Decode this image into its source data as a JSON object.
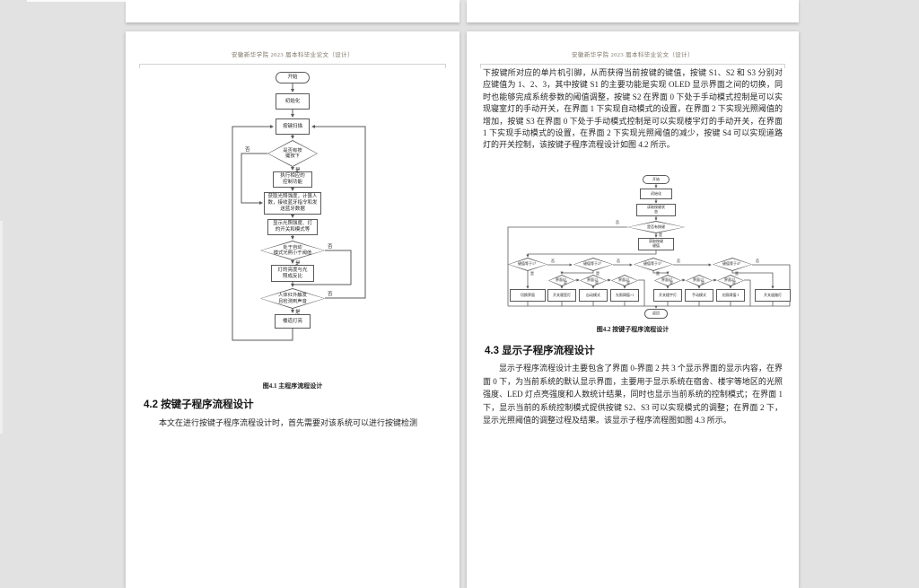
{
  "document": {
    "header": "安徽新华学院 2023 届本科毕业论文（设计）",
    "page_left": {
      "fig41": {
        "caption": "图4.1 主程序流程设计",
        "yes": "是",
        "no": "否",
        "nodes": {
          "start": "开始",
          "init": "初始化",
          "scan": "按键扫描",
          "d_key": "是否有按\n键按下",
          "exec": "执行相应的\n控制功能",
          "acquire": "获取光照强度，计算人\n数，接收蓝牙指令和发\n送蓝牙数据",
          "display": "显示光照强度、灯\n的开关和模式等",
          "d_auto": "处于自动\n模式光照小于阈值",
          "bright": "灯的亮度与光\n照成反比",
          "d_pir": "人体红外触发\n且检测到声音",
          "corridor": "楼道灯亮"
        }
      },
      "heading": "4.2 按键子程序流程设计",
      "paragraph": "本文在进行按键子程序流程设计时，首先需要对该系统可以进行按键检测"
    },
    "page_right": {
      "paragraph1": "下按键所对应的单片机引脚，从而获得当前按键的键值，按键 S1、S2 和 S3 分别对应键值为 1、2、3，其中按键 S1 的主要功能是实现 OLED 显示界面之间的切换，同时也能够完成系统参数的阈值调整，按键 S2 在界面 0 下处于手动模式控制是可以实现寝室灯的手动开关，在界面 1 下实现自动模式的设置，在界面 2 下实现光照阈值的增加，按键 S3 在界面 0 下处于手动模式控制是可以实现楼宇灯的手动开关，在界面 1 下实现手动模式的设置，在界面 2 下实现光照阈值的减少，按键 S4 可以实现道路灯的开关控制，该按键子程序流程设计如图 4.2 所示。",
      "fig42": {
        "caption": "图4.2 按键子程序流程设计",
        "yes": "是",
        "no": "否",
        "nodes": {
          "start": "开始",
          "init": "初始化",
          "scan2": "读取按键状\n态",
          "d_press": "是否有按键",
          "getkey": "获取按键\n键值",
          "d_k1": "键值等于1？",
          "d_k2": "键值等于2？",
          "d_k3": "键值等于3？",
          "d_k4": "键值等于4？",
          "switch_ui": "切换界面",
          "d_ui0a": "界面0？",
          "d_ui1a": "界面1？",
          "d_ui2a": "界面2？",
          "dorm": "开关寝室灯",
          "auto": "自动模式",
          "thr_up": "光照阈值+1",
          "d_ui0b": "界面0？",
          "d_ui1b": "界面1？",
          "d_ui2b": "界面2？",
          "building": "开关楼宇灯",
          "manual": "手动模式",
          "thr_down": "光照阈值-1",
          "road": "开关道路灯",
          "end": "返回"
        }
      },
      "heading": "4.3 显示子程序流程设计",
      "paragraph2": "显示子程序流程设计主要包含了界面 0-界面 2 共 3 个显示界面的显示内容，在界面 0 下，为当前系统的默认显示界面，主要用于显示系统在宿舍、楼宇等地区的光照强度、LED 灯点亮强度和人数统计结果，同时也显示当前系统的控制模式；在界面 1 下，显示当前的系统控制模式提供按键 S2、S3 可以实现模式的调整；在界面 2 下，显示光照阈值的调整过程及结果。该显示子程序流程图如图 4.3 所示。"
    },
    "colors": {
      "canvas": "#e2e2e2",
      "page": "#ffffff",
      "flow_line": "#5a5a5a",
      "body_text": "#262626",
      "header_text": "#7d7668"
    }
  }
}
